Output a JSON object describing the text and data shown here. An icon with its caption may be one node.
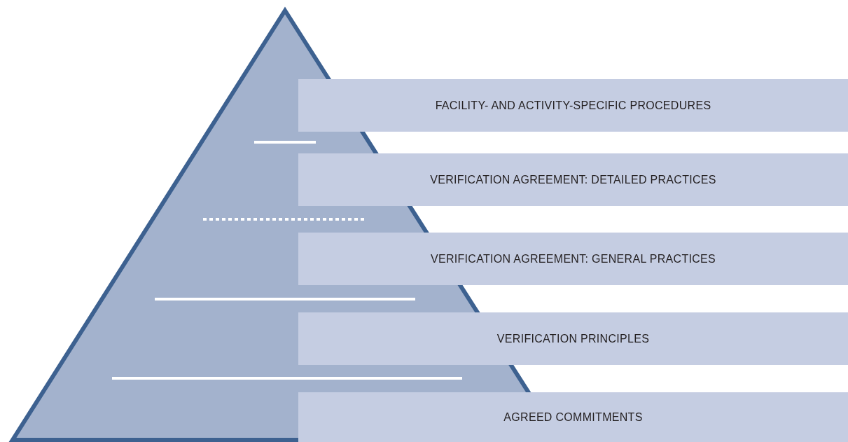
{
  "diagram": {
    "nodes": [
      {
        "text": [
          "FACILITY- AND ACTIVITY-SPECIFIC PROCEDURES"
        ]
      },
      {
        "text": [
          "VERIFICATION AGREEMENT: DETAILED PRACTICES"
        ]
      },
      {
        "text": [
          "VERIFICATION AGREEMENT: GENERAL PRACTICES"
        ]
      },
      {
        "text": [
          "VERIFICATION PRINCIPLES"
        ]
      },
      {
        "text": [
          "AGREED COMMITMENTS"
        ]
      }
    ]
  }
}
